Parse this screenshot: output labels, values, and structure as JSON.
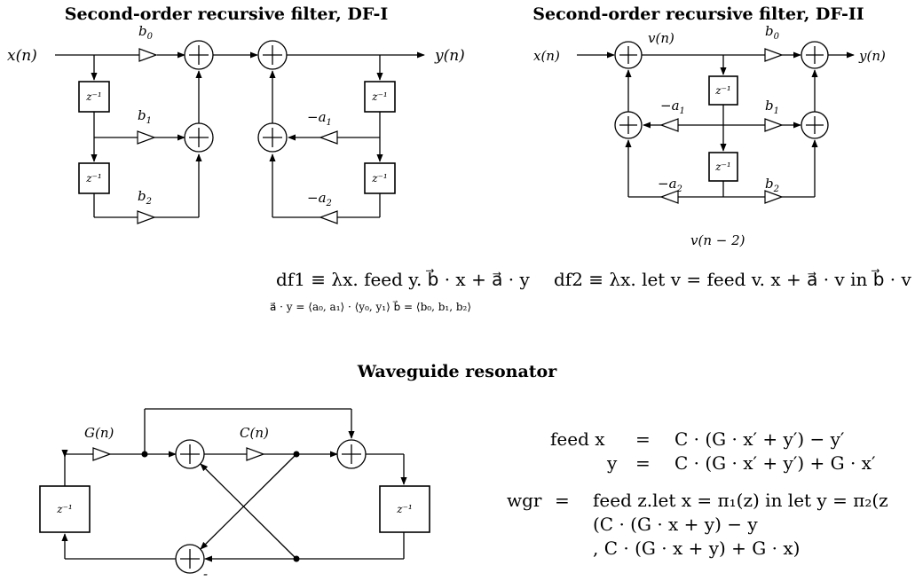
{
  "titles": {
    "df1": "Second-order recursive filter, DF-I",
    "df2": "Second-order recursive filter, DF-II",
    "wgr": "Waveguide resonator"
  },
  "df1_diagram": {
    "input": "x(n)",
    "output": "y(n)",
    "gains": [
      "b0",
      "b1",
      "b2",
      "−a1",
      "−a2"
    ],
    "delay": "z⁻¹"
  },
  "df2_diagram": {
    "input": "x(n)",
    "output": "y(n)",
    "state": "v(n)",
    "state_delayed": "v(n − 2)",
    "gains": [
      "b0",
      "b1",
      "b2",
      "−a1",
      "−a2"
    ],
    "delay": "z⁻¹"
  },
  "wgr_diagram": {
    "gain_g": "G(n)",
    "gain_c": "C(n)",
    "delay": "z⁻¹",
    "minus_sign": "-"
  },
  "formulas": {
    "df1": "df1 ≡ λx. feed y. b⃗ · x + a⃗ · y",
    "df1_note": "a⃗ · y = ⟨a₀, a₁⟩ · ⟨y₀, y₁⟩    b⃗ = ⟨b₀, b₁, b₂⟩",
    "df2": "df2 ≡ λx. let v = feed v. x + a⃗ · v in b⃗ · v",
    "feed_lhs": "feed x",
    "eq": "=",
    "feed_x": "C · (G · x′ + y′) − y′",
    "feed_y_lhs": "y",
    "feed_y": "C · (G · x′ + y′) + G · x′",
    "wgr_lhs": "wgr",
    "wgr_1": "feed z.let x = π₁(z) in let y = π₂(z",
    "wgr_2": "(C · (G · x + y) − y",
    "wgr_3": ", C · (G · x + y) + G · x)"
  }
}
